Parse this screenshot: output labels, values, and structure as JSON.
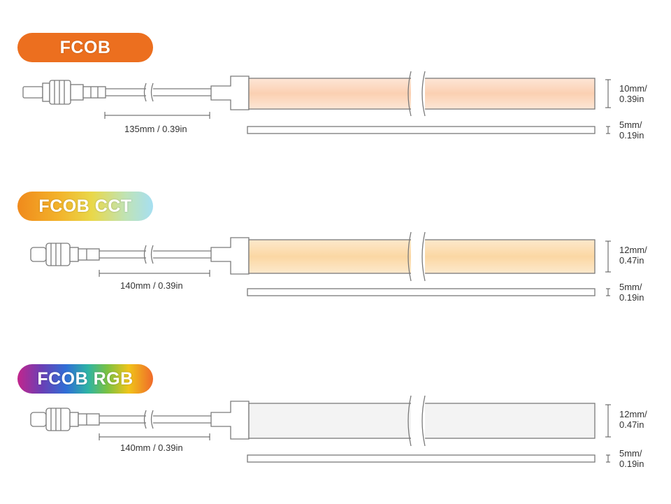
{
  "variants": [
    {
      "label": "FCOB",
      "cable_length": "135mm / 0.39in",
      "height_dim": [
        "10mm/",
        "0.39in"
      ],
      "depth_dim": [
        "5mm/",
        "0.19in"
      ],
      "glow_color": "#fbd3b8"
    },
    {
      "label": "FCOB CCT",
      "cable_length": "140mm / 0.39in",
      "height_dim": [
        "12mm/",
        "0.47in"
      ],
      "depth_dim": [
        "5mm/",
        "0.19in"
      ],
      "glow_color": "#fbdcaa"
    },
    {
      "label": "FCOB RGB",
      "cable_length": "140mm / 0.39in",
      "height_dim": [
        "12mm/",
        "0.47in"
      ],
      "depth_dim": [
        "5mm/",
        "0.19in"
      ],
      "glow_color": "#f2f2f2"
    }
  ]
}
